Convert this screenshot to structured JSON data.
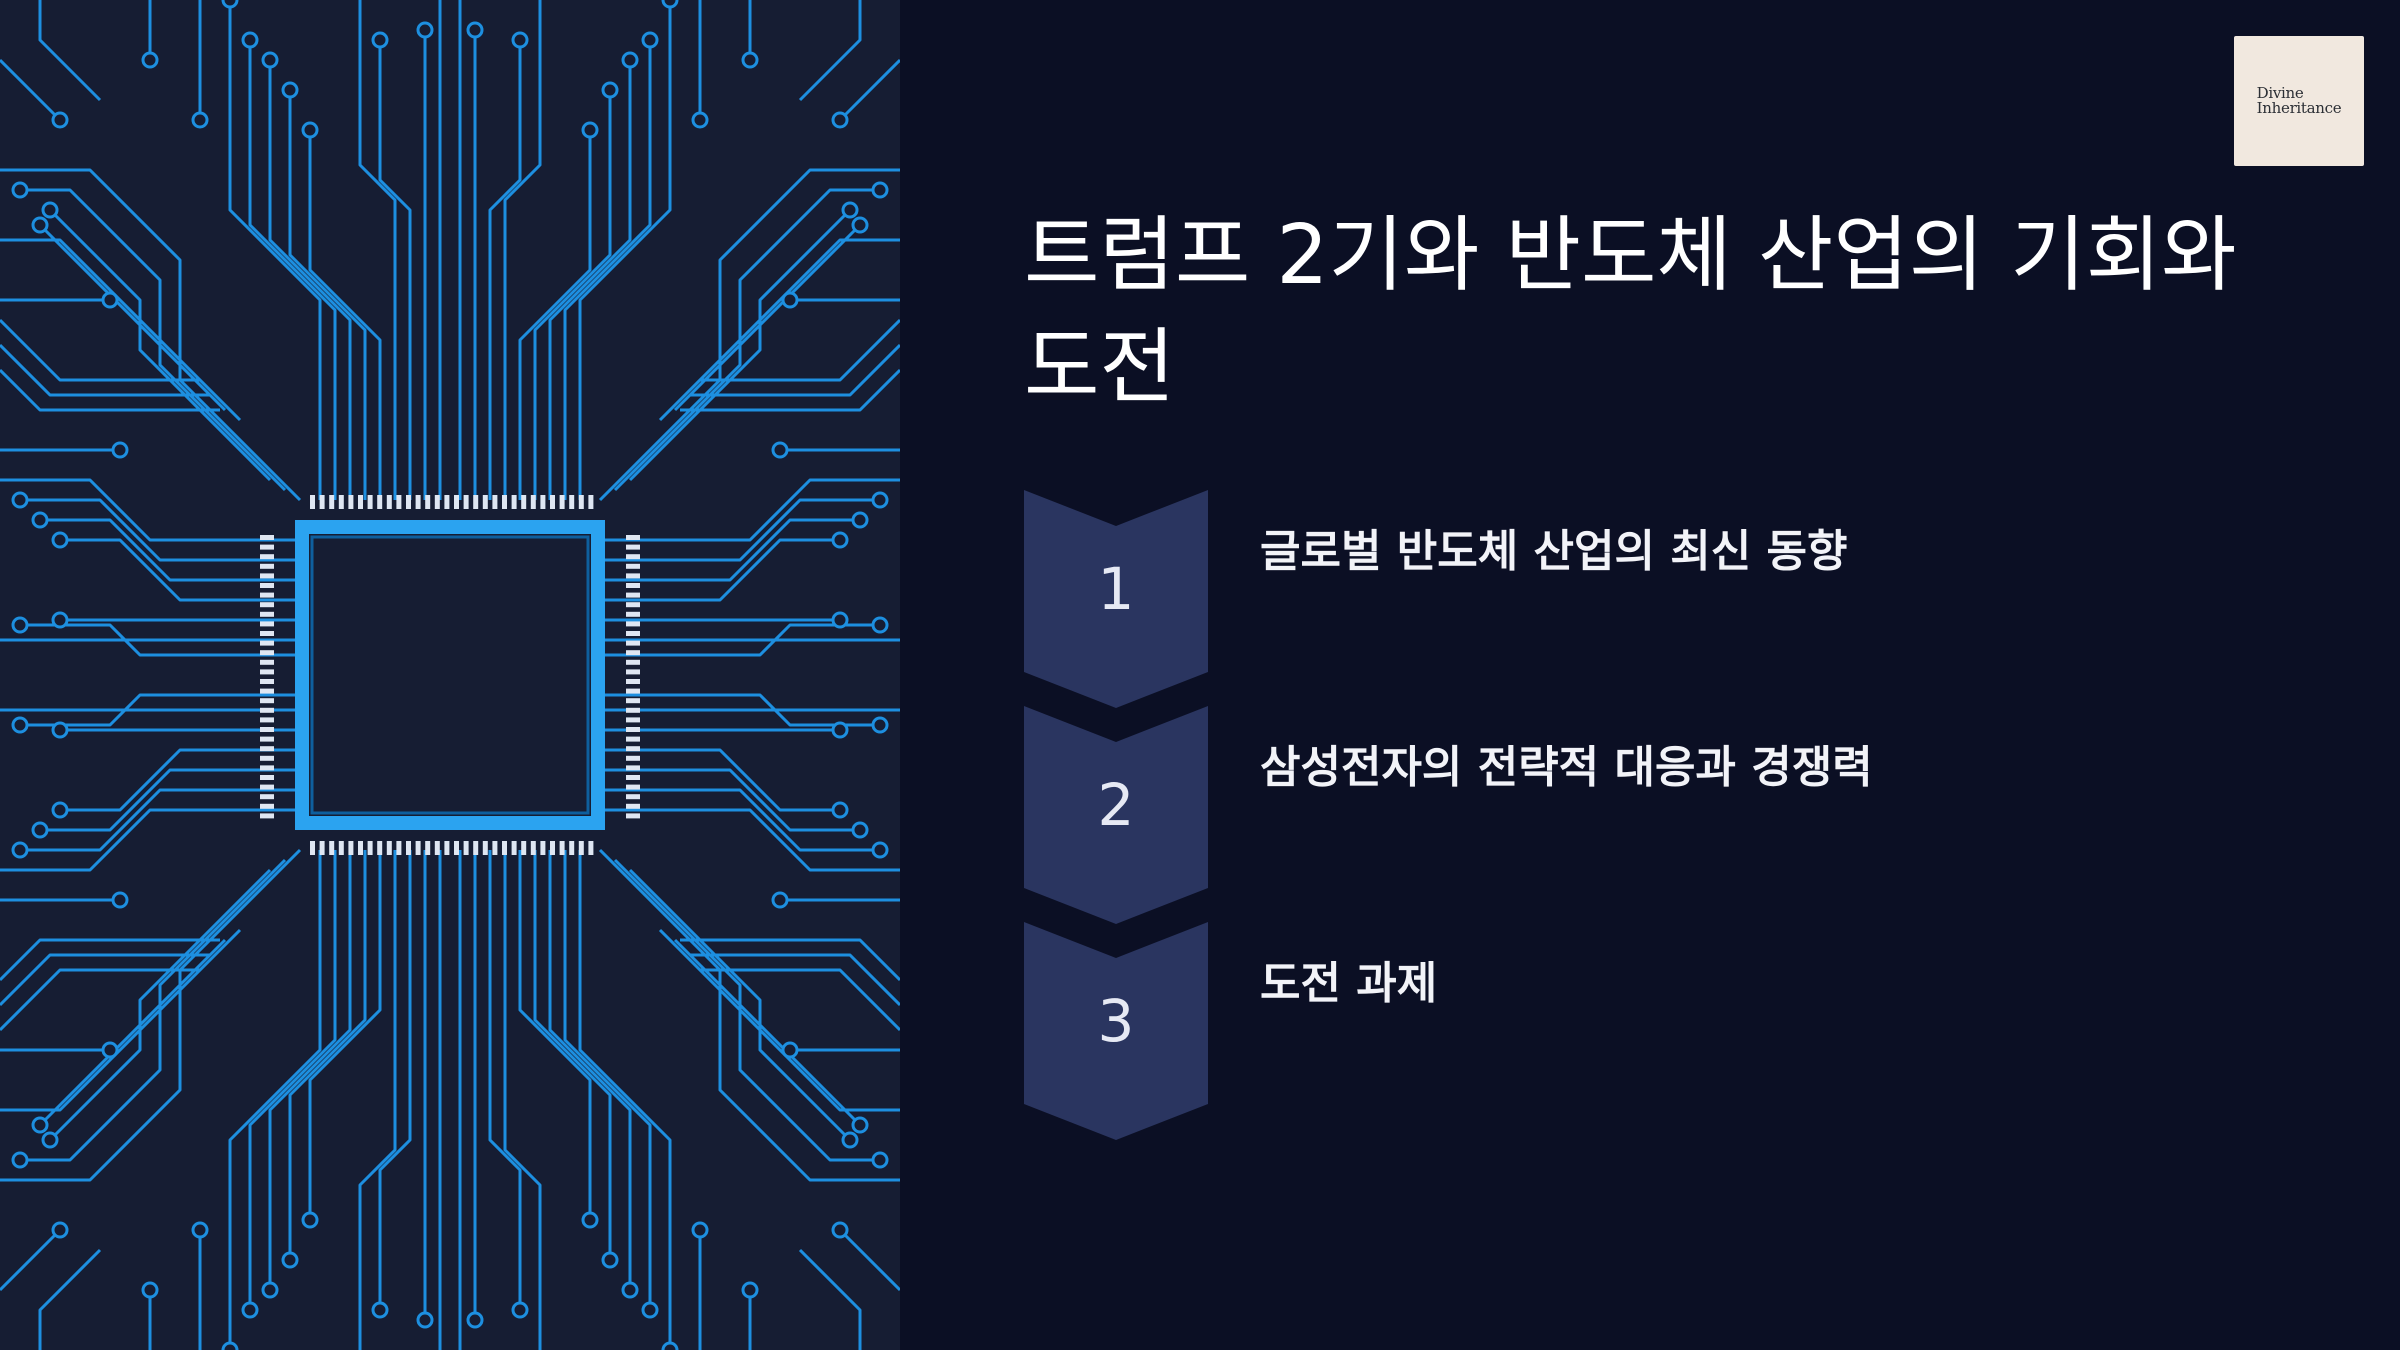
{
  "slide": {
    "title": "트럼프 2기와 반도체 산업의 기회와 도전",
    "logo": {
      "line1": "Divine",
      "line2": "Inheritance"
    },
    "steps": [
      {
        "number": "1",
        "label": "글로벌 반도체 산업의 최신 동향"
      },
      {
        "number": "2",
        "label": "삼성전자의 전략적 대응과 경쟁력"
      },
      {
        "number": "3",
        "label": "도전 과제"
      }
    ],
    "colors": {
      "background": "#0b0f24",
      "circuit_background": "#161d33",
      "circuit_trace": "#1d8fe0",
      "chip_border": "#2ba3f0",
      "step_fill": "#2a3560",
      "logo_background": "#f1e8df"
    }
  }
}
